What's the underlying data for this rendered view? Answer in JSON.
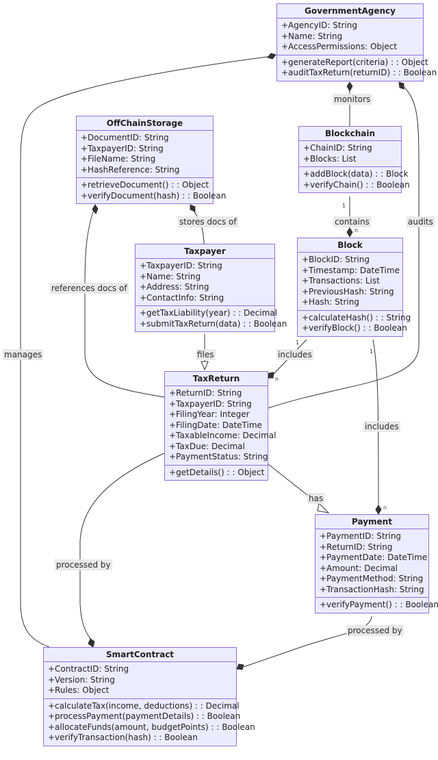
{
  "classes": {
    "government_agency": {
      "name": "GovernmentAgency",
      "attributes": [
        "+AgencyID: String",
        "+Name: String",
        "+AccessPermissions: Object"
      ],
      "methods": [
        "+generateReport(criteria) : : Object",
        "+auditTaxReturn(returnID) : : Boolean"
      ]
    },
    "off_chain_storage": {
      "name": "OffChainStorage",
      "attributes": [
        "+DocumentID: String",
        "+TaxpayerID: String",
        "+FileName: String",
        "+HashReference: String"
      ],
      "methods": [
        "+retrieveDocument() : : Object",
        "+verifyDocument(hash) : : Boolean"
      ]
    },
    "blockchain": {
      "name": "Blockchain",
      "attributes": [
        "+ChainID: String",
        "+Blocks: List"
      ],
      "methods": [
        "+addBlock(data) : : Block",
        "+verifyChain() : : Boolean"
      ]
    },
    "taxpayer": {
      "name": "Taxpayer",
      "attributes": [
        "+TaxpayerID: String",
        "+Name: String",
        "+Address: String",
        "+ContactInfo: String"
      ],
      "methods": [
        "+getTaxLiability(year) : : Decimal",
        "+submitTaxReturn(data) : : Boolean"
      ]
    },
    "block": {
      "name": "Block",
      "attributes": [
        "+BlockID: String",
        "+Timestamp: DateTime",
        "+Transactions: List",
        "+PreviousHash: String",
        "+Hash: String"
      ],
      "methods": [
        "+calculateHash() : : String",
        "+verifyBlock() : : Boolean"
      ]
    },
    "tax_return": {
      "name": "TaxReturn",
      "attributes": [
        "+ReturnID: String",
        "+TaxpayerID: String",
        "+FilingYear: Integer",
        "+FilingDate: DateTime",
        "+TaxableIncome: Decimal",
        "+TaxDue: Decimal",
        "+PaymentStatus: String"
      ],
      "methods": [
        "+getDetails() : : Object"
      ]
    },
    "payment": {
      "name": "Payment",
      "attributes": [
        "+PaymentID: String",
        "+ReturnID: String",
        "+PaymentDate: DateTime",
        "+Amount: Decimal",
        "+PaymentMethod: String",
        "+TransactionHash: String"
      ],
      "methods": [
        "+verifyPayment() : : Boolean"
      ]
    },
    "smart_contract": {
      "name": "SmartContract",
      "attributes": [
        "+ContractID: String",
        "+Version: String",
        "+Rules: Object"
      ],
      "methods": [
        "+calculateTax(income, deductions) : : Decimal",
        "+processPayment(paymentDetails) : : Boolean",
        "+allocateFunds(amount, budgetPoints) : : Boolean",
        "+verifyTransaction(hash) : : Boolean"
      ]
    }
  },
  "relations": {
    "monitors": "monitors",
    "contains": "contains",
    "audits": "audits",
    "stores_docs_of": "stores docs of",
    "references_docs_of": "references docs of",
    "manages": "manages",
    "files": "files",
    "includes_tax": "includes",
    "includes_payment": "includes",
    "has": "has",
    "processed_by_tax": "processed by",
    "processed_by_payment": "processed by"
  },
  "multiplicities": {
    "contains_from": "1",
    "contains_to": "n",
    "includes_tax_from": "1",
    "includes_tax_to": "n",
    "includes_payment_from": "1",
    "includes_payment_to": "n"
  }
}
